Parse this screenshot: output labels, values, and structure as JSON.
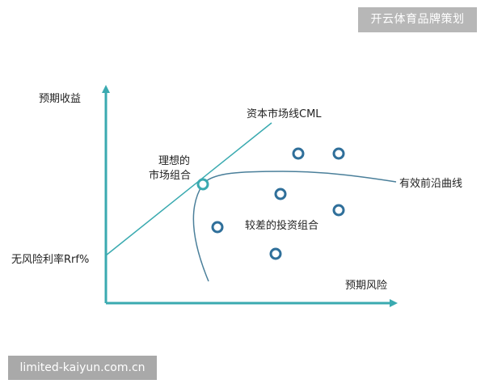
{
  "branding": {
    "badge_text": "开云体育品牌策划",
    "watermark_text": "limited-kaiyun.com.cn"
  },
  "colors": {
    "accent": "#3aaab0",
    "frontier": "#4a7f9a",
    "point_stroke": "#2f6f9a",
    "text": "#222222"
  },
  "labels": {
    "y_axis": "预期收益",
    "x_axis": "预期风险",
    "risk_free": "无风险利率Rrf%",
    "cml": "资本市场线CML",
    "ideal_line1": "理想的",
    "ideal_line2": "市场组合",
    "frontier": "有效前沿曲线",
    "inferior": "较差的投资组合"
  }
}
